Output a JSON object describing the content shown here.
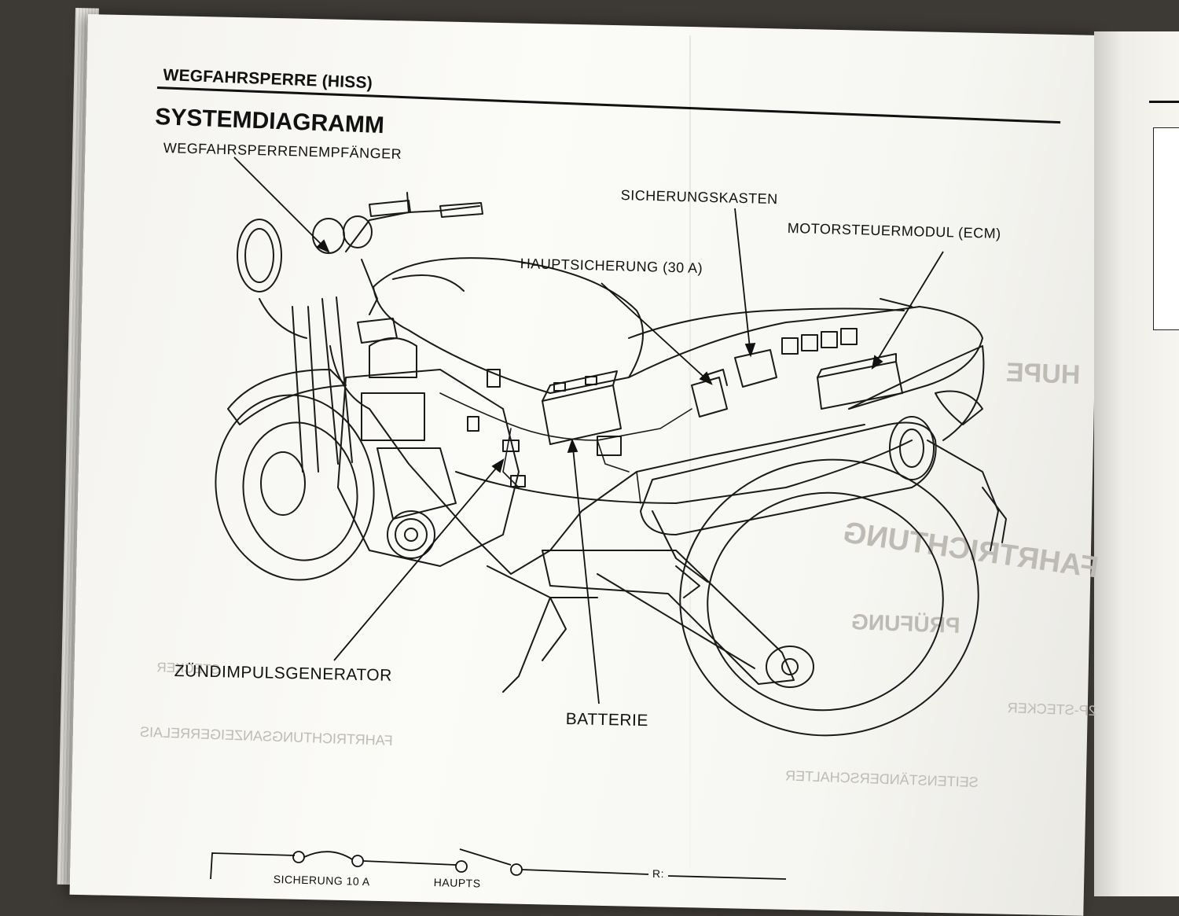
{
  "page": {
    "section_label": "WEGFAHRSPERRE (HISS)",
    "title": "SYSTEMDIAGRAMM"
  },
  "callouts": {
    "receiver": "WEGFAHRSPERRENEMPFÄNGER",
    "fuse_box": "SICHERUNGSKASTEN",
    "ecm": "MOTORSTEUERMODUL (ECM)",
    "main_fuse": "HAUPTSICHERUNG (30 A)",
    "ignition_pulse": "ZÜNDIMPULSGENERATOR",
    "battery": "BATTERIE"
  },
  "bottom_circuit": {
    "fuse_label": "SICHERUNG 10 A",
    "main_label": "HAUPTS",
    "terminal": "R:"
  },
  "bleed_through": {
    "horn": "HUPE",
    "turn_signal": "FAHRTRICHTUNG",
    "check": "PRÜFUNG",
    "relay": "FAHRTRICHTUNGSANZEIGERRELAIS",
    "plug": "2P-STECKER",
    "side_stand": "SEITENSTÄNDERSCHALTER",
    "stecker": "STECKER"
  },
  "colors": {
    "ink": "#111111",
    "paper": "#f8f8f5",
    "bleed": "#bdbbb3"
  }
}
